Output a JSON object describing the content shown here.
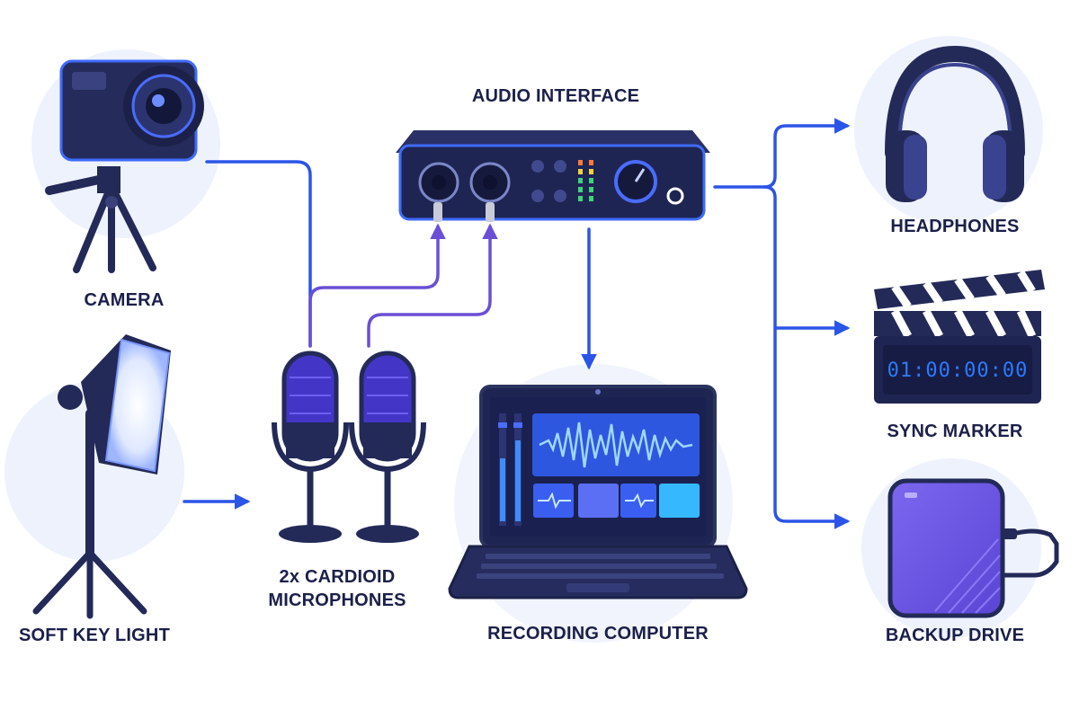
{
  "labels": {
    "camera": "CAMERA",
    "soft_key_light": "SOFT KEY LIGHT",
    "microphones_line1": "2x CARDIOID",
    "microphones_line2": "MICROPHONES",
    "audio_interface": "AUDIO INTERFACE",
    "recording_computer": "RECORDING COMPUTER",
    "headphones": "HEADPHONES",
    "sync_marker": "SYNC MARKER",
    "backup_drive": "BACKUP DRIVE"
  },
  "sync_marker_timecode": "01:00:00:00",
  "colors": {
    "connector_blue": "#2b54e8",
    "connector_purple": "#6a4fd6",
    "device_navy": "#1e2450",
    "accent_blue": "#2f6bff",
    "circle_bg": "#eef2fc"
  },
  "icons": [
    "camera-icon",
    "softbox-light-icon",
    "microphone-icon",
    "audio-interface-icon",
    "laptop-icon",
    "headphones-icon",
    "clapperboard-icon",
    "external-drive-icon"
  ]
}
